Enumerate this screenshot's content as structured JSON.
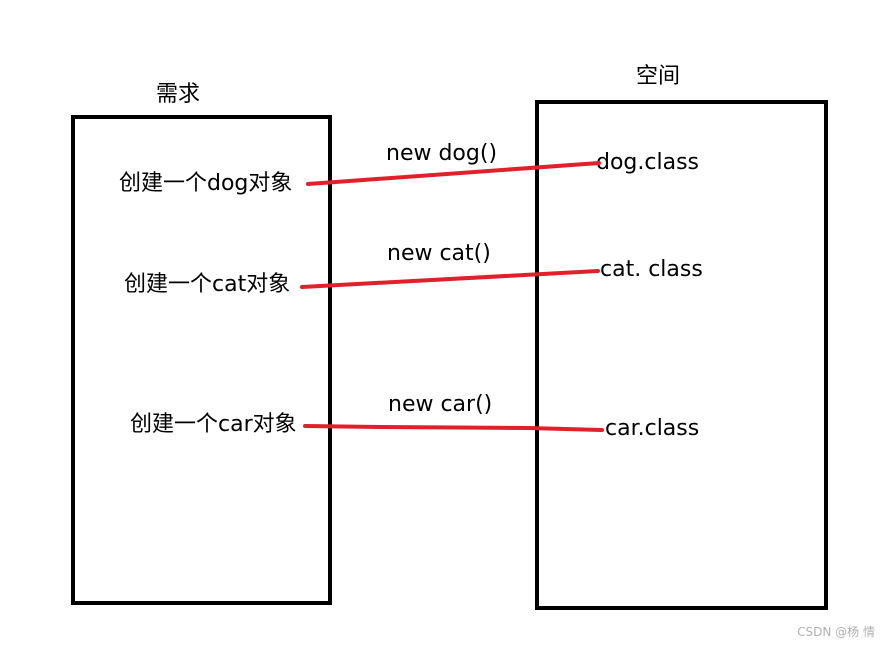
{
  "diagram": {
    "requirements_title": "需求",
    "space_title": "空间",
    "rows": [
      {
        "requirement": "创建一个dog对象",
        "operation": "new dog()",
        "class": "dog.class"
      },
      {
        "requirement": "创建一个cat对象",
        "operation": "new cat()",
        "class": "cat. class"
      },
      {
        "requirement": "创建一个car对象",
        "operation": "new car()",
        "class": "car.class"
      }
    ],
    "link_color": "#e0202a",
    "border_color": "#000000"
  },
  "watermark": "CSDN @杨 情"
}
